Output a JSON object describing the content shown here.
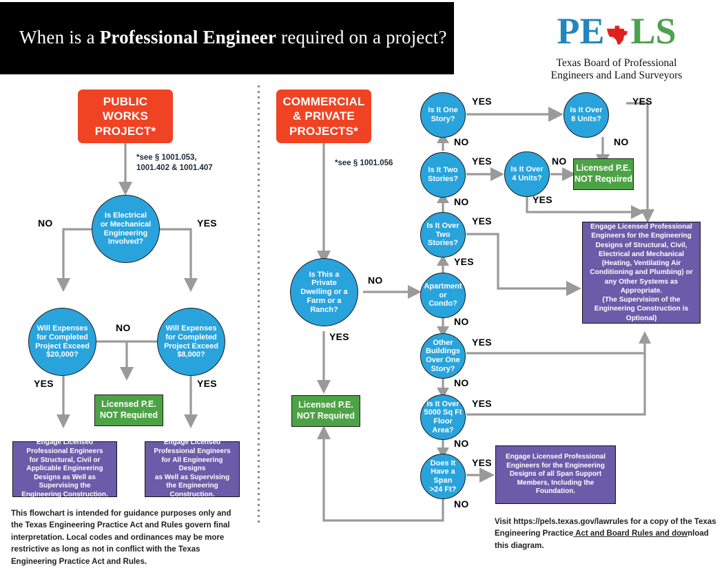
{
  "header": {
    "title_prefix": "When is a ",
    "title_bold": "Professional Engineer",
    "title_suffix": " required on a project?"
  },
  "logo": {
    "mark_left": "PE",
    "mark_right": "LS",
    "texas_icon": "texas-state-icon",
    "subtitle_line1": "Texas Board of Professional",
    "subtitle_line2": "Engineers and Land Surveyors",
    "color_pe": "#2286BE",
    "color_ls": "#4EA24E",
    "color_texas": "#E02020"
  },
  "colors": {
    "start": "#F04323",
    "decision": "#29A3DC",
    "not_required": "#4CA345",
    "action": "#6A5CA8",
    "connector": "#9A9A9A"
  },
  "nodes": {
    "public_works": "PUBLIC\nWORKS\nPROJECT*",
    "public_works_note": "*see § 1001.053,\n1001.402 & 1001.407",
    "electrical_mechanical": "Is Electrical\nor Mechanical\nEngineering\nInvolved?",
    "expenses_20000": "Will Expenses\nfor Completed\nProject Exceed\n$20,000?",
    "expenses_8000": "Will Expenses\nfor Completed\nProject Exceed\n$8,000?",
    "left_not_required": "Licensed P.E.\nNOT Required",
    "left_action_structural": "Engage Licensed\nProfessional Engineers\nfor Structural, Civil or\nApplicable Engineering\nDesigns as Well as\nSupervising the\nEngineering Construction.",
    "left_action_all": "Engage Licensed\nProfessional Engineers\nfor All Engineering Designs\nas Well as Supervising\nthe Engineering\nConstruction.",
    "commercial_private": "COMMERCIAL\n& PRIVATE\nPROJECTS*",
    "commercial_note": "*see § 1001.056",
    "private_dwelling": "Is This a\nPrivate\nDwelling or a\nFarm or a\nRanch?",
    "mid_not_required": "Licensed P.E.\nNOT Required",
    "one_story": "Is It One\nStory?",
    "two_stories": "Is It Two\nStories?",
    "over_two_stories": "Is It Over\nTwo\nStories?",
    "apartment_condo": "Apartment\nor\nCondo?",
    "other_buildings": "Other\nBuildings\nOver One\nStory?",
    "over_5000": "Is It Over\n5000 Sq Ft\nFloor\nArea?",
    "span_24ft": "Does It\nHave a Span\n>24 Ft?",
    "over_8_units": "Is It Over\n8 Units?",
    "over_4_units": "Is It Over\n4 Units?",
    "right_not_required": "Licensed P.E.\nNOT Required",
    "right_action_main": "Engage Licensed Professional\nEngineers for the Engineering\nDesigns of Structural, Civil,\nElectrical and Mechanical\n(Heating, Ventilating Air\nConditioning and Plumbing) or\nany Other Systems as Appropriate.\n(The Supervision of the\nEngineering Construction is\nOptional)",
    "right_action_span": "Engage Licensed Professional\nEngineers for the Engineering\nDesigns of all Span Support\nMembers, Including the\nFoundation."
  },
  "edge_labels": {
    "em_no": "NO",
    "em_yes": "YES",
    "mid_no": "NO",
    "exp20_yes": "YES",
    "exp8_yes": "YES",
    "dwelling_no": "NO",
    "dwelling_yes": "YES",
    "one_story_yes": "YES",
    "one_story_no": "NO",
    "two_stories_yes": "YES",
    "two_stories_no": "NO",
    "over_two_yes": "YES",
    "over_two_no": "YES",
    "apartment_no": "NO",
    "other_buildings_yes": "YES",
    "other_buildings_no": "NO",
    "over5000_yes": "YES",
    "over5000_no": "NO",
    "span_yes": "YES",
    "span_no": "NO",
    "units8_yes": "YES",
    "units8_no": "NO",
    "units4_no": "NO",
    "units4_yes": "YES"
  },
  "footnotes": {
    "left": "This flowchart is intended for guidance purposes only and the Texas Engineering Practice Act and Rules govern final interpretation. Local codes and ordinances may be more restrictive as long as not in conflict with the Texas Engineering Practice Act and Rules.",
    "right_pre": "Visit https://pels.texas.gov/lawrules for a copy of the Texas Engineering Practice",
    "right_link": " Act and Board Rules and dow",
    "right_post": "nload this diagram."
  }
}
